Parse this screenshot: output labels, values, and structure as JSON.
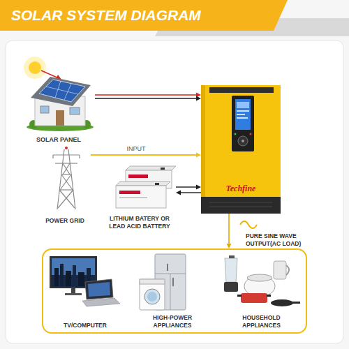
{
  "diagram": {
    "title": "SOLAR SYSTEM DIAGRAM",
    "nodes": [
      {
        "text": [
          "SOLAR PANEL"
        ]
      },
      {
        "text": [
          "Techfine"
        ]
      },
      {
        "text": [
          "POWER GRID"
        ]
      },
      {
        "text": [
          "LITHIUM BATERY OR LEAD ACID BATTERY"
        ]
      },
      {
        "text": [
          "PURE SINE WAVE OUTPUT(AC LOAD)"
        ]
      },
      {
        "text": [
          "TV/COMPUTER"
        ],
        "in": 4
      },
      {
        "text": [
          "HIGH-POWER APPLIANCES"
        ],
        "in": 4
      },
      {
        "text": [
          "HOUSEHOLD APPLIANCES"
        ],
        "in": 4
      }
    ],
    "edges": [
      {
        "from": 0,
        "to": 1,
        "arrow": "to"
      },
      {
        "from": 2,
        "to": 1,
        "label": "INPUT",
        "arrow": "to"
      },
      {
        "from": 3,
        "to": 1,
        "arrow": "both"
      },
      {
        "from": 1,
        "to": 4,
        "arrow": "to"
      }
    ]
  }
}
